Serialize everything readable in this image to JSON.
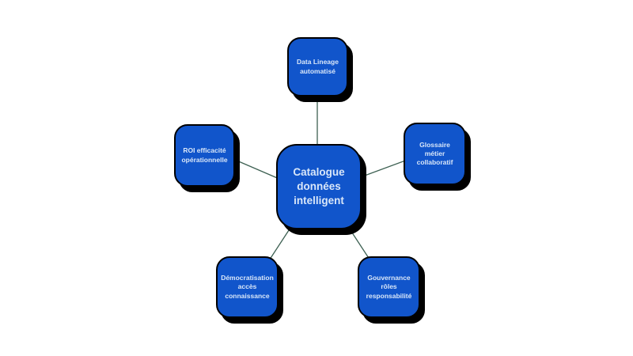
{
  "colors": {
    "background": "#ffffff",
    "node_fill": "#1155cb",
    "node_border": "#000000",
    "node_shadow": "#000000",
    "connector": "#3d6052",
    "label_text": "#d9e7f9"
  },
  "nodes": {
    "center": {
      "label": "Catalogue\ndonnées\nintelligent"
    },
    "top": {
      "label": "Data Lineage\nautomatisé"
    },
    "right": {
      "label": "Glossaire\nmétier\ncollaboratif"
    },
    "left": {
      "label": "ROI efficacité\nopérationnelle"
    },
    "bottom_left": {
      "label": "Démocratisation\naccès\nconnaissance"
    },
    "bottom_right": {
      "label": "Gouvernance\nrôles\nresponsabilité"
    }
  },
  "connections": [
    {
      "from": "center",
      "to": "top"
    },
    {
      "from": "center",
      "to": "right"
    },
    {
      "from": "center",
      "to": "left"
    },
    {
      "from": "center",
      "to": "bottom_left"
    },
    {
      "from": "center",
      "to": "bottom_right"
    }
  ]
}
